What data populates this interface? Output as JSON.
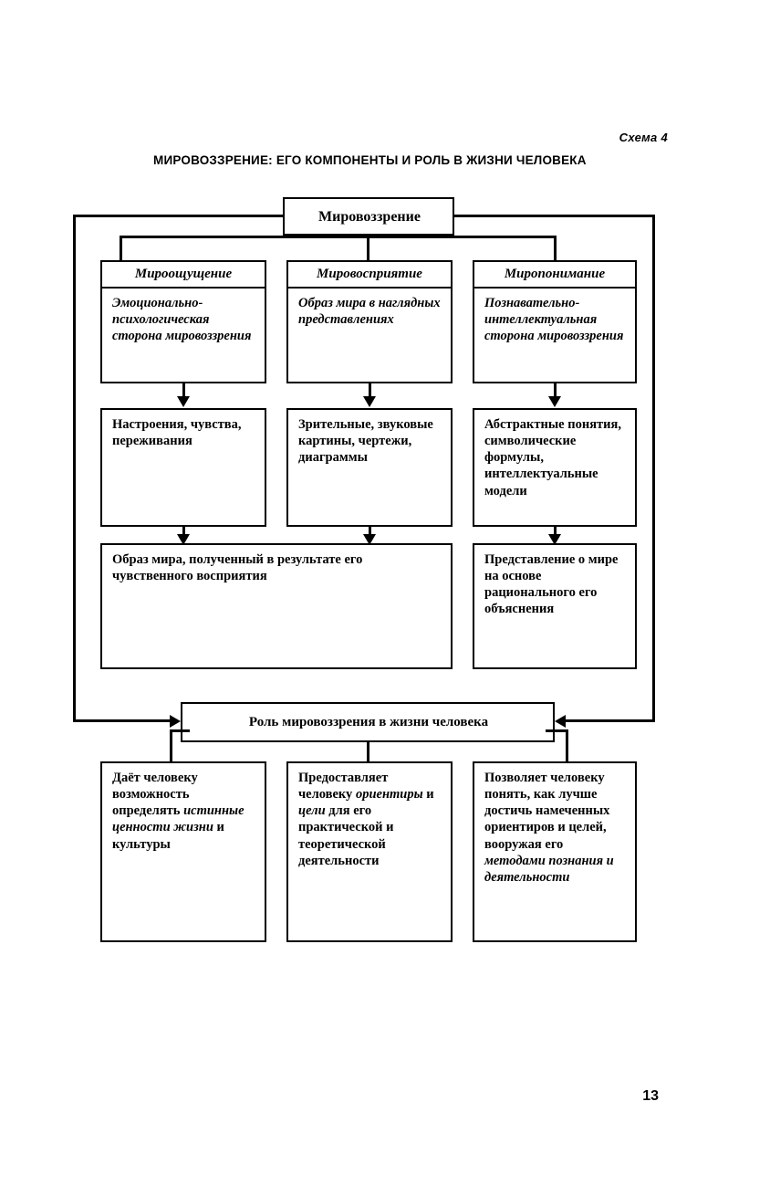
{
  "document": {
    "scheme_label": "Схема 4",
    "title": "МИРОВОЗЗРЕНИЕ: ЕГО КОМПОНЕНТЫ И РОЛЬ В ЖИЗНИ ЧЕЛОВЕКА",
    "page_number": "13"
  },
  "diagram": {
    "type": "flowchart",
    "root": {
      "label": "Мировоззрение"
    },
    "components": [
      {
        "header": "Мироощущение",
        "definition": "Эмоционально-психологическая сторона мировоззрения",
        "manifestation": "Настроения, чувства, переживания"
      },
      {
        "header": "Мировосприятие",
        "definition": "Образ мира в наглядных представлениях",
        "manifestation": "Зрительные, звуковые картины, чертежи, диаграммы"
      },
      {
        "header": "Миропонимание",
        "definition": "Познавательно-интеллектуальная сторона мировоззрения",
        "manifestation": "Абстрактные понятия, символические формулы, интеллектуальные модели"
      }
    ],
    "syntheses": [
      {
        "label": "Образ мира, полученный в результате его чувственного восприятия"
      },
      {
        "label": "Представление о мире на основе рационального его объяснения"
      }
    ],
    "role": {
      "label": "Роль мировоззрения в жизни человека"
    },
    "role_items": [
      {
        "label": "Даёт человеку возможность определять истинные ценности жизни и культуры"
      },
      {
        "label": "Предоставляет человеку ориентиры и цели для его практической и теоретической деятельности"
      },
      {
        "label": "Позволяет человеку понять, как лучше достичь намеченных ориентиров и целей, вооружая его методами познания и деятельности"
      }
    ]
  }
}
